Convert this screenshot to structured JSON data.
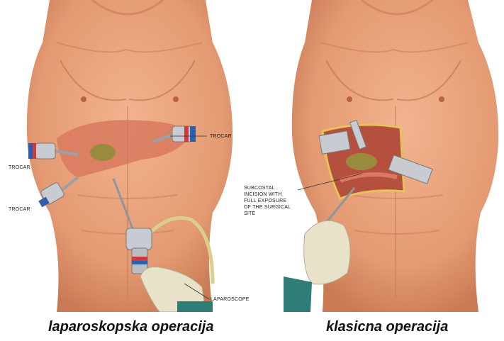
{
  "left_panel": {
    "labels": {
      "trocar_right": "TROCAR",
      "trocar_left_top": "TROCAR",
      "trocar_left_bottom": "TROCAR",
      "laparoscope": "LAPAROSCOPE"
    },
    "caption": "laparoskopska operacija"
  },
  "right_panel": {
    "labels": {
      "incision_line1": "SUBCOSTAL",
      "incision_line2": "INCISION WITH",
      "incision_line3": "FULL EXPOSURE",
      "incision_line4": "OF THE SURGICAL",
      "incision_line5": "SITE"
    },
    "caption": "klasicna operacija"
  },
  "colors": {
    "skin": "#e9a27c",
    "skin_shadow": "#c97a55",
    "liver": "#d9795f",
    "glove": "#e8e2c8",
    "cuff": "#2f7d74",
    "steel": "#c8ccd2"
  }
}
